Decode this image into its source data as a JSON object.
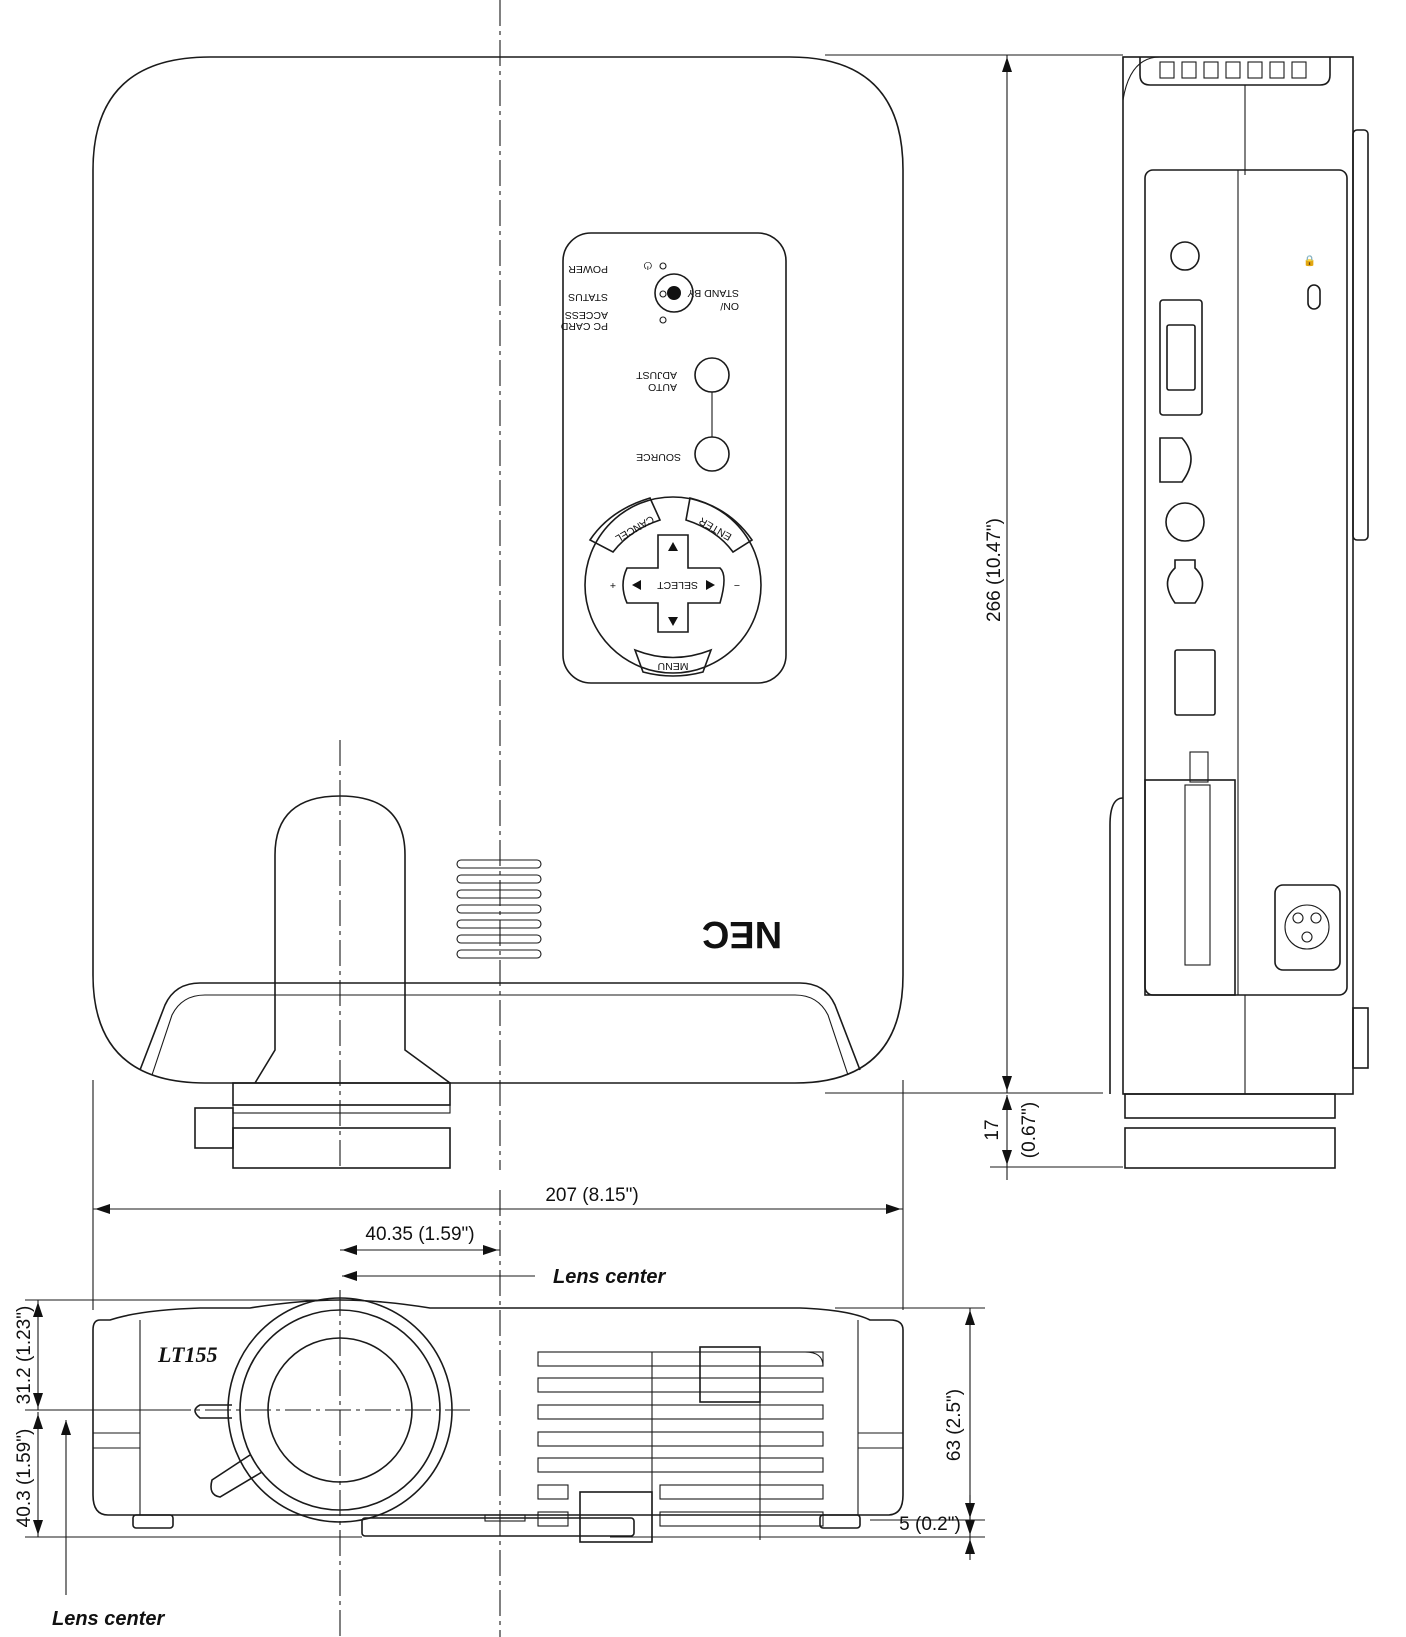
{
  "dimensions": {
    "height": "266 (10.47\")",
    "lens_projection_value": "17",
    "lens_projection_inch": "(0.67\")",
    "width": "207 (8.15\")",
    "lens_offset": "40.35 (1.59\")",
    "front_height": "63 (2.5\")",
    "foot_height": "5 (0.2\")",
    "lens_top": "31.2 (1.23\")",
    "lens_bottom": "40.3 (1.59\")"
  },
  "annotations": {
    "lens_center_top": "Lens center",
    "lens_center_bottom": "Lens center"
  },
  "control_panel": {
    "power": "POWER",
    "status": "STATUS",
    "pc_card": "PC CARD",
    "access": "ACCESS",
    "on": "ON/",
    "stand_by": "STAND BY",
    "auto": "AUTO",
    "adjust": "ADJUST",
    "source": "SOURCE",
    "cancel": "CANCEL",
    "enter": "ENTER",
    "select": "SELECT",
    "menu": "MENU",
    "plus": "+",
    "minus": "−"
  },
  "branding": {
    "nec": "NEC",
    "model": "LT155"
  }
}
